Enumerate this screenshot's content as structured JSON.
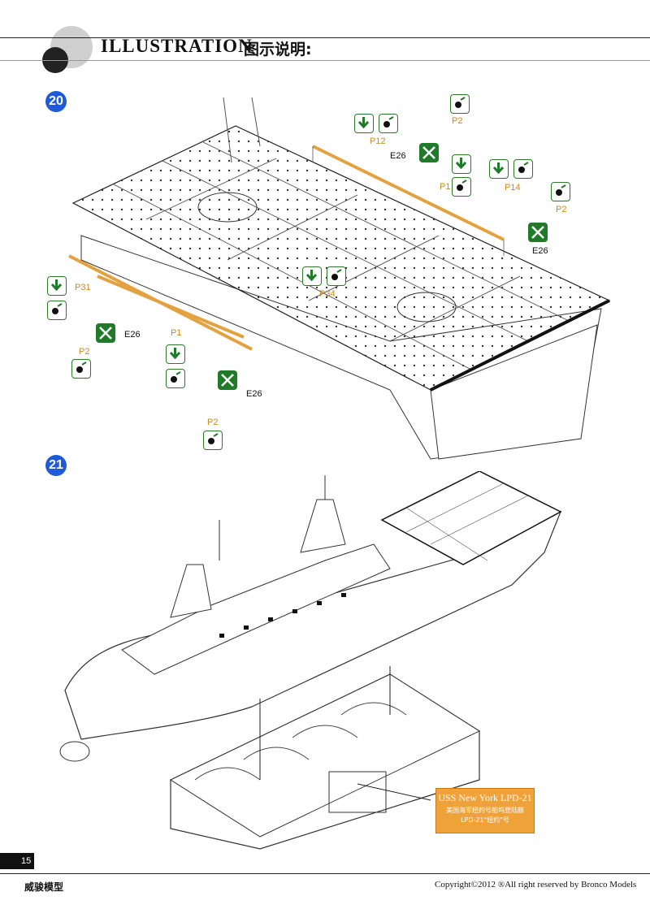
{
  "header": {
    "title_en": "ILLUSTRATION",
    "title_cn": "图示说明:"
  },
  "steps": {
    "s20": "20",
    "s21": "21"
  },
  "labels": {
    "p12": "P12",
    "e26_a": "E26",
    "p2_a": "P2",
    "p1_a": "P1",
    "p14": "P14",
    "p2_b": "P2",
    "e26_b": "E26",
    "p31": "P31",
    "p34": "P34",
    "e26_c": "E26",
    "p1_b": "P1",
    "p2_c": "P2",
    "e26_d": "E26",
    "p2_d": "P2"
  },
  "plate": {
    "line1": "USS New York LPD-21",
    "line2": "美国海军纽约号船坞登陆舰",
    "line3": "LPD-21\"纽约\"号"
  },
  "footer": {
    "page_number": "15",
    "brand_cn": "威骏模型",
    "copyright": "Copyright©2012  ®All right reserved by Bronco Models"
  },
  "icons": {
    "glue": "glue-drop-icon",
    "down": "arrow-down-icon",
    "bend": "bend-arrows-icon"
  },
  "colors": {
    "step": "#1f5bd6",
    "icon_green": "#1f7a2a",
    "photoetch": "#e3a23f",
    "plate": "#f0a23a"
  }
}
